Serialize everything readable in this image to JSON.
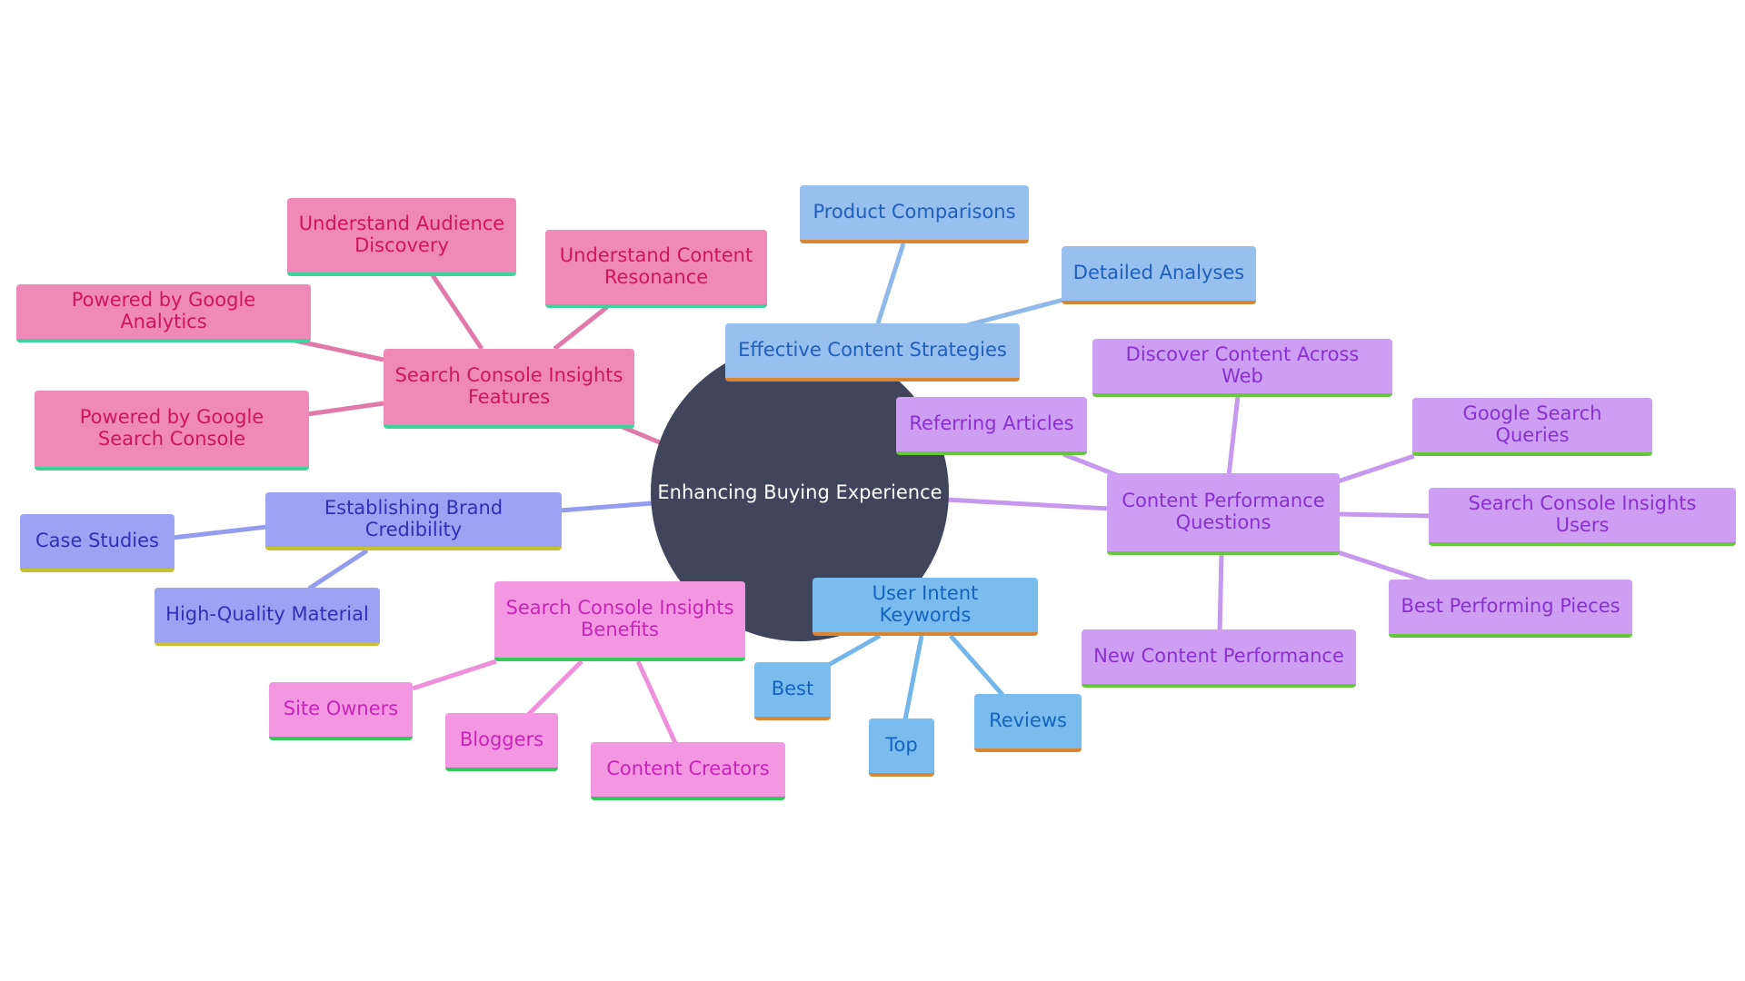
{
  "center": {
    "label": "Enhancing Buying Experience"
  },
  "colors": {
    "center": "#41455c",
    "features": "#ef89b6",
    "strategies": "#97c0ee",
    "questions": "#cd9ef2",
    "credibility": "#9ba3f2",
    "benefits": "#f497e2",
    "keywords": "#7bbcee"
  },
  "branches": {
    "features": {
      "label": "Search Console Insights Features",
      "children": [
        "Understand Audience Discovery",
        "Understand Content Resonance",
        "Powered by Google Analytics",
        "Powered by Google Search Console"
      ]
    },
    "strategies": {
      "label": "Effective Content Strategies",
      "children": [
        "Product Comparisons",
        "Detailed Analyses"
      ]
    },
    "questions": {
      "label": "Content Performance Questions",
      "children": [
        "Referring Articles",
        "Discover Content Across Web",
        "Google Search Queries",
        "Search Console Insights Users",
        "Best Performing Pieces",
        "New Content Performance"
      ]
    },
    "credibility": {
      "label": "Establishing Brand Credibility",
      "children": [
        "Case Studies",
        "High-Quality Material"
      ]
    },
    "benefits": {
      "label": "Search Console Insights Benefits",
      "children": [
        "Site Owners",
        "Bloggers",
        "Content Creators"
      ]
    },
    "keywords": {
      "label": "User Intent Keywords",
      "children": [
        "Best",
        "Top",
        "Reviews"
      ]
    }
  }
}
